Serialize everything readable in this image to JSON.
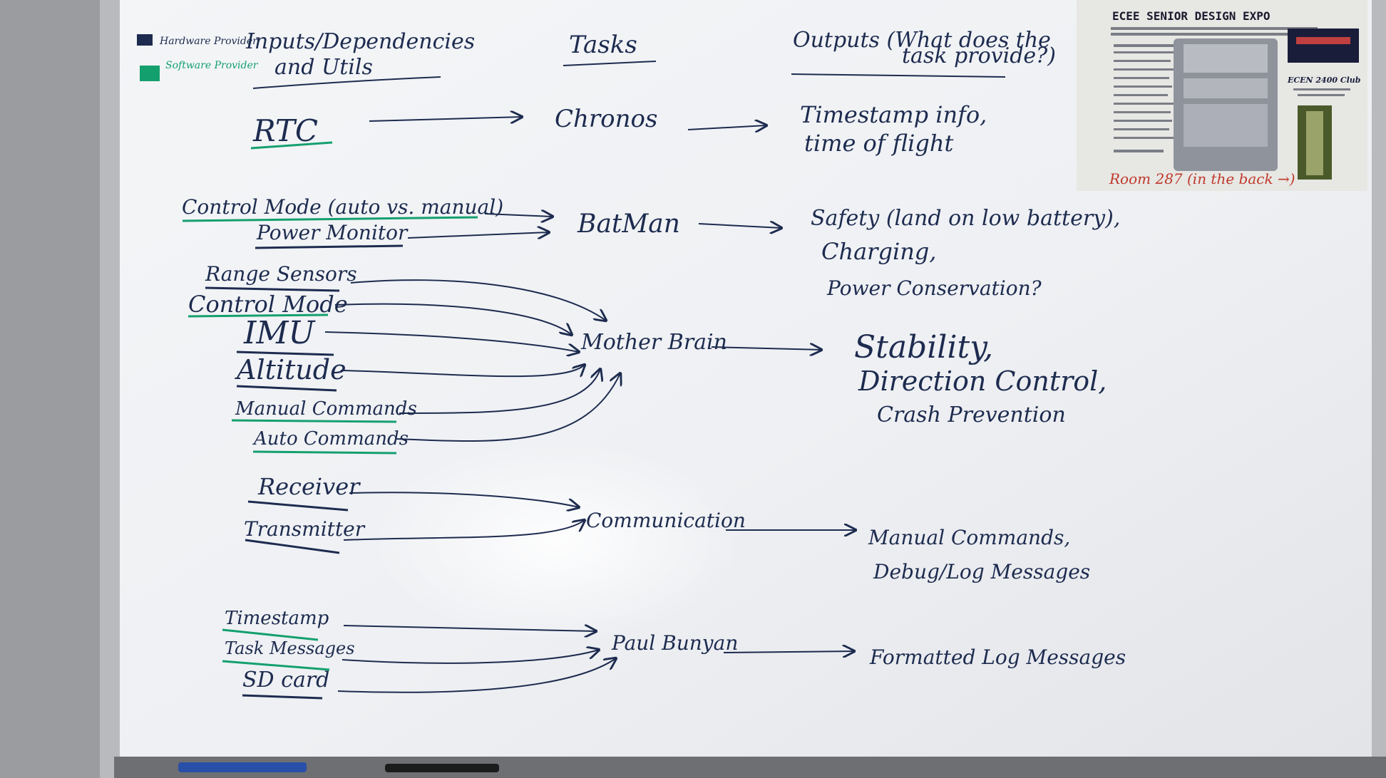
{
  "legend": {
    "hardware": "Hardware Provider",
    "software": "Software Provider"
  },
  "headers": {
    "inputs_line1": "Inputs/Dependencies",
    "inputs_line2": "and Utils",
    "tasks": "Tasks",
    "outputs_line1": "Outputs (What does the",
    "outputs_line2": "task provide?)"
  },
  "rows": {
    "chronos": {
      "inputs": [
        "RTC"
      ],
      "task": "Chronos",
      "outputs": [
        "Timestamp info,",
        "time of flight"
      ]
    },
    "batman": {
      "inputs": [
        "Control Mode (auto vs. manual)",
        "Power Monitor"
      ],
      "task": "BatMan",
      "outputs": [
        "Safety (land on low battery),",
        "Charging,",
        "Power Conservation?"
      ]
    },
    "motherbrain": {
      "inputs": [
        "Range Sensors",
        "Control Mode",
        "IMU",
        "Altitude",
        "Manual Commands",
        "Auto Commands"
      ],
      "task": "Mother Brain",
      "outputs": [
        "Stability,",
        "Direction Control,",
        "Crash Prevention"
      ]
    },
    "communication": {
      "inputs": [
        "Receiver",
        "Transmitter"
      ],
      "task": "Communication",
      "outputs": [
        "Manual Commands,",
        "Debug/Log Messages"
      ]
    },
    "paulbunyan": {
      "inputs": [
        "Timestamp",
        "Task Messages",
        "SD card"
      ],
      "task": "Paul Bunyan",
      "outputs": [
        "Formatted Log Messages"
      ]
    }
  },
  "poster": {
    "title": "ECEE SENIOR DESIGN EXPO",
    "badge": "ECEN 2400 Club",
    "note": "Room 287 (in the back →)"
  },
  "colors": {
    "ink": "#1d2b4f",
    "green": "#14a06e",
    "red": "#c0392b",
    "board": "#f4f6f8"
  }
}
